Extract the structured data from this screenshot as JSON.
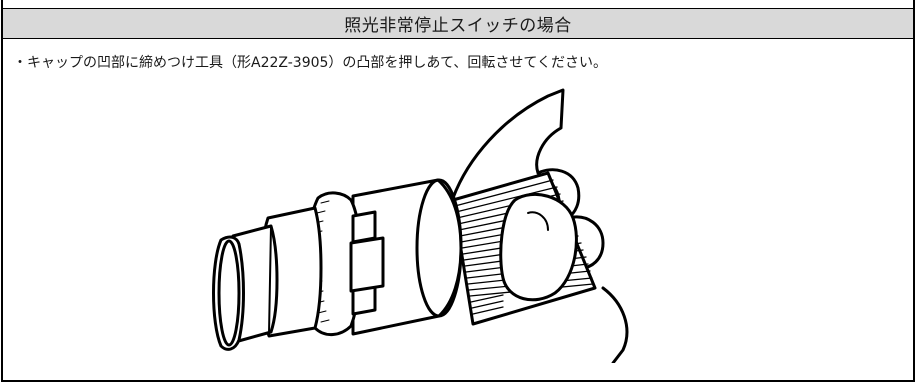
{
  "section": {
    "title": "照光非常停止スイッチの場合"
  },
  "instruction": {
    "text": "・キャップの凹部に締めつけ工具（形A22Z-3905）の凸部を押しあて、回転させてください。"
  },
  "illustration": {
    "subject": "switch-cap-tightening-tool-in-hand"
  }
}
